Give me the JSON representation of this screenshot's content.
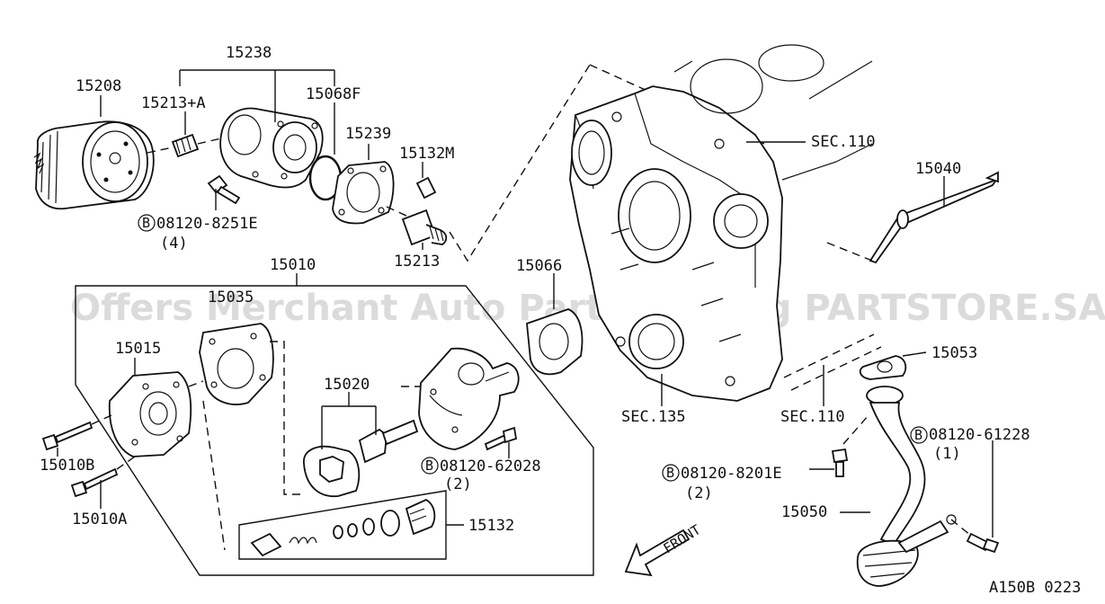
{
  "labels": {
    "p15238": "15238",
    "p15208": "15208",
    "p15213a": "15213+A",
    "p15068f": "15068F",
    "p15239": "15239",
    "p15132m": "15132M",
    "bolt1": "08120-8251E",
    "bolt1_qty": "(4)",
    "p15213": "15213",
    "sec110_top": "SEC.110",
    "p15040": "15040",
    "p15010": "15010",
    "p15066": "15066",
    "p15035": "15035",
    "p15015": "15015",
    "p15020": "15020",
    "bolt2": "08120-62028",
    "bolt2_qty": "(2)",
    "p15053": "15053",
    "sec135": "SEC.135",
    "sec110_bottom": "SEC.110",
    "bolt3": "08120-61228",
    "bolt3_qty": "(1)",
    "p15010b": "15010B",
    "p15010a": "15010A",
    "bolt4": "08120-8201E",
    "bolt4_qty": "(2)",
    "p15050": "15050",
    "p15132": "15132",
    "front": "FRONT",
    "ref_code": "A150B 0223",
    "bolt_symbol": "B"
  },
  "watermark": "Offers Merchant Auto Parts Catalog PARTSTORE.SA"
}
